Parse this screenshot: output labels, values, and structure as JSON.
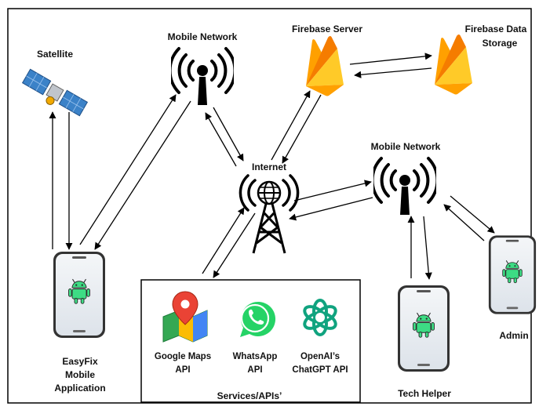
{
  "nodes": {
    "satellite": {
      "label": "Satellite",
      "icon": "satellite-icon"
    },
    "mobile_network_top": {
      "label": "Mobile Network",
      "icon": "cell-tower-icon"
    },
    "firebase_server": {
      "label": "Firebase Server",
      "icon": "firebase-icon"
    },
    "firebase_storage": {
      "label_line1": "Firebase Data",
      "label_line2": "Storage",
      "icon": "firebase-icon"
    },
    "internet": {
      "label": "Internet",
      "icon": "internet-tower-icon"
    },
    "mobile_network_right": {
      "label": "Mobile Network",
      "icon": "cell-tower-icon"
    },
    "easyfix_app": {
      "label_line1": "EasyFix",
      "label_line2": "Mobile",
      "label_line3": "Application",
      "icon": "android-phone-icon"
    },
    "tech_helper": {
      "label": "Tech Helper",
      "icon": "android-phone-icon"
    },
    "admin": {
      "label": "Admin",
      "icon": "android-phone-icon"
    }
  },
  "services": {
    "title": "Services/APIs’",
    "items": [
      {
        "line1": "Google Maps",
        "line2": "API",
        "icon": "google-maps-icon"
      },
      {
        "line1": "WhatsApp",
        "line2": "API",
        "icon": "whatsapp-icon"
      },
      {
        "line1": "OpenAI’s",
        "line2": "ChatGPT API",
        "icon": "openai-icon"
      }
    ]
  },
  "colors": {
    "firebase_yellow": "#FFCA28",
    "firebase_orange": "#F57C00",
    "firebase_amber": "#FFA000",
    "whatsapp_green": "#25D366",
    "openai_teal": "#10A37F",
    "android_green": "#3DDC84",
    "solar_blue": "#3B82C8"
  }
}
